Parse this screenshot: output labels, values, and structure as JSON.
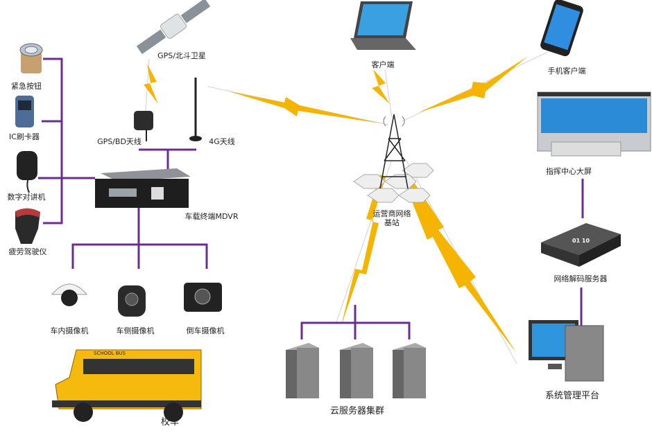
{
  "colors": {
    "link": "#6b2c91",
    "signal": "#f5b400",
    "signal_line": "#d8d8d8"
  },
  "vehicle_peripherals": [
    {
      "label": "紧急按钮",
      "icon": "emergency-button-icon"
    },
    {
      "label": "IC刷卡器",
      "icon": "ic-card-reader-icon"
    },
    {
      "label": "数字对讲机",
      "icon": "handheld-microphone-icon"
    },
    {
      "label": "疲劳驾驶仪",
      "icon": "fatigue-monitor-icon"
    }
  ],
  "satellite": {
    "label": "GPS/北斗卫星"
  },
  "antennas": {
    "gps": "GPS/BD天线",
    "lte": "4G天线"
  },
  "terminal": {
    "label": "车载终端MDVR"
  },
  "cameras": [
    {
      "label": "车内摄像机"
    },
    {
      "label": "车侧摄像机"
    },
    {
      "label": "倒车摄像机"
    }
  ],
  "bus": {
    "label": "校车",
    "sign": "SCHOOL BUS"
  },
  "client": {
    "label": "客户端"
  },
  "mobile_client": {
    "label": "手机客户端"
  },
  "base_station": {
    "label_line1": "运营商网络",
    "label_line2": "基站"
  },
  "video_wall": {
    "label": "指挥中心大屏"
  },
  "decoder": {
    "label": "网络解码服务器",
    "glyph": "01 10"
  },
  "cloud": {
    "label": "云服务器集群"
  },
  "platform": {
    "label": "系统管理平台"
  }
}
